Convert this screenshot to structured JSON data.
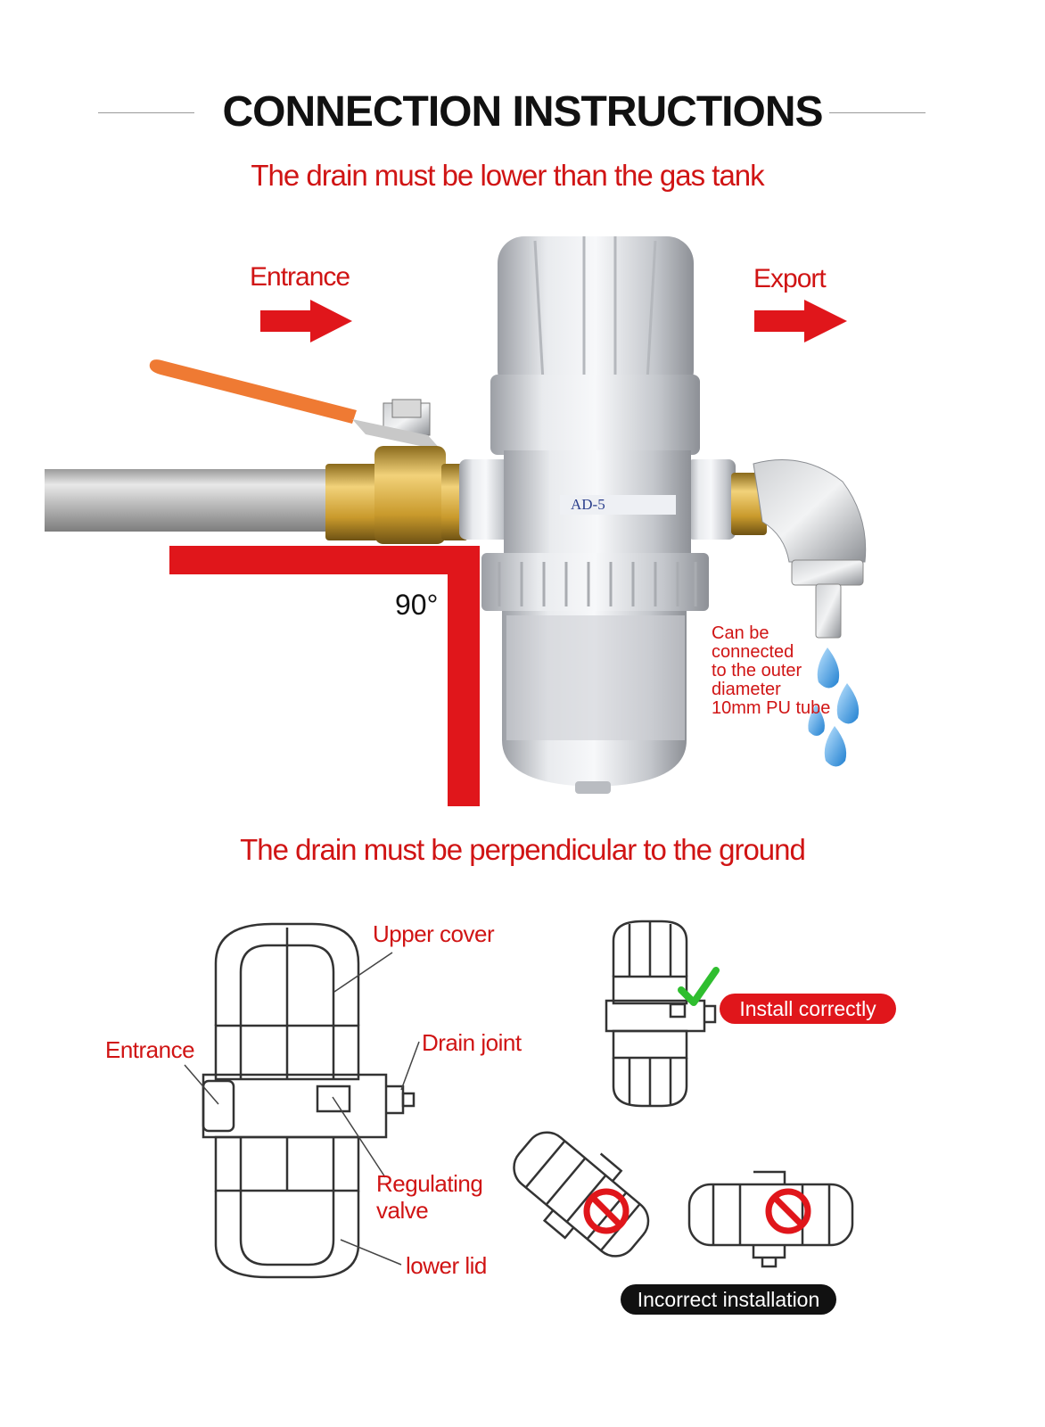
{
  "title": "CONNECTION INSTRUCTIONS",
  "subtitle_top": "The drain must be lower than the gas tank",
  "subtitle_bottom": "The drain must be perpendicular to the ground",
  "photo": {
    "entrance_label": "Entrance",
    "export_label": "Export",
    "angle_label": "90°",
    "model_label": "AD-5",
    "tube_note": [
      "Can be",
      "connected",
      "to the outer",
      "diameter",
      "10mm PU tube"
    ]
  },
  "diagram": {
    "upper_cover": "Upper cover",
    "entrance": "Entrance",
    "drain_joint": "Drain joint",
    "regulating_valve": [
      "Regulating",
      "valve"
    ],
    "lower_lid": "lower lid"
  },
  "badges": {
    "correct": "Install correctly",
    "incorrect": "Incorrect installation"
  },
  "colors": {
    "accent_red": "#d01414",
    "check_green": "#2fbe2f",
    "pill_black": "#111111"
  }
}
